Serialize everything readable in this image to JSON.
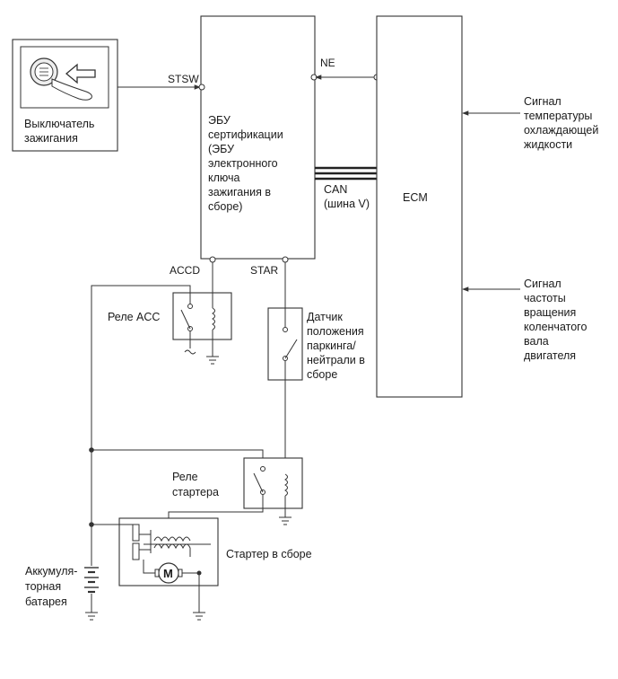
{
  "ignition_switch": {
    "label_lines": [
      "Выключатель",
      "зажигания"
    ]
  },
  "certification_ecu": {
    "label_lines": [
      "ЭБУ",
      "сертификации",
      "(ЭБУ",
      "электронного",
      "ключа",
      "зажигания в",
      "сборе)"
    ],
    "pins": {
      "stsw": "STSW",
      "ne": "NE",
      "accd": "ACCD",
      "star": "STAR"
    }
  },
  "can_bus": {
    "label_lines": [
      "CAN",
      "(шина V)"
    ]
  },
  "ecm": {
    "label": "ECM"
  },
  "coolant_signal": {
    "label_lines": [
      "Сигнал",
      "температуры",
      "охлаждающей",
      "жидкости"
    ]
  },
  "crank_signal": {
    "label_lines": [
      "Сигнал",
      "частоты",
      "вращения",
      "коленчатого",
      "вала",
      "двигателя"
    ]
  },
  "acc_relay": {
    "label": "Реле ACC"
  },
  "park_neutral_sensor": {
    "label_lines": [
      "Датчик",
      "положения",
      "паркинга/",
      "нейтрали в",
      "сборе"
    ]
  },
  "starter_relay": {
    "label_lines": [
      "Реле",
      "стартера"
    ]
  },
  "starter_assembly": {
    "label": "Стартер в сборе",
    "motor_symbol": "M"
  },
  "battery": {
    "label_lines": [
      "Аккумуля-",
      "торная",
      "батарея"
    ]
  },
  "colors": {
    "line": "#333333",
    "text": "#1a1a1a",
    "background": "#ffffff"
  }
}
